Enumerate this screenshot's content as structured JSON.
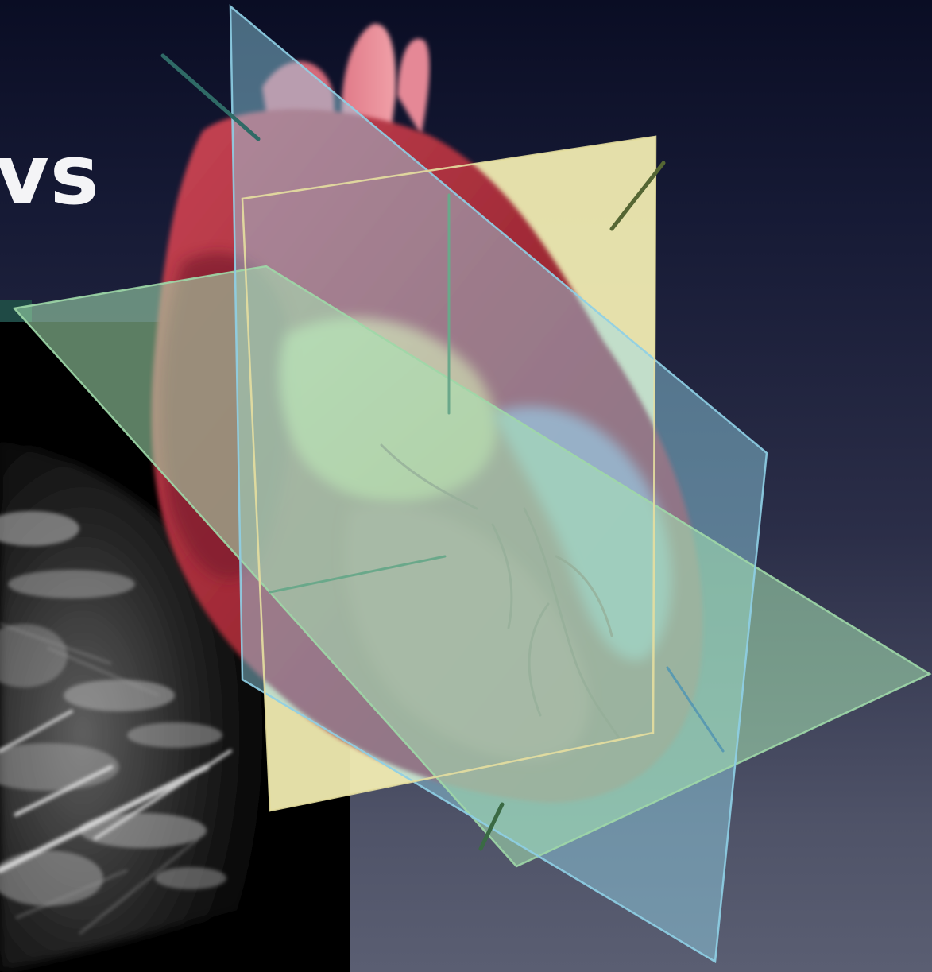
{
  "slide": {
    "title_fragment": "vs"
  },
  "images": {
    "echo": "echocardiogram-ultrasound-image",
    "heart": "heart-anatomy-with-three-imaging-planes"
  },
  "colors": {
    "background_top": "#0a0d24",
    "background_bottom": "#5a5e72",
    "plane_green": "#a8e6b4",
    "plane_blue": "#96dcf0",
    "plane_yellow": "#f4efb4",
    "heart_red": "#a02a36"
  }
}
